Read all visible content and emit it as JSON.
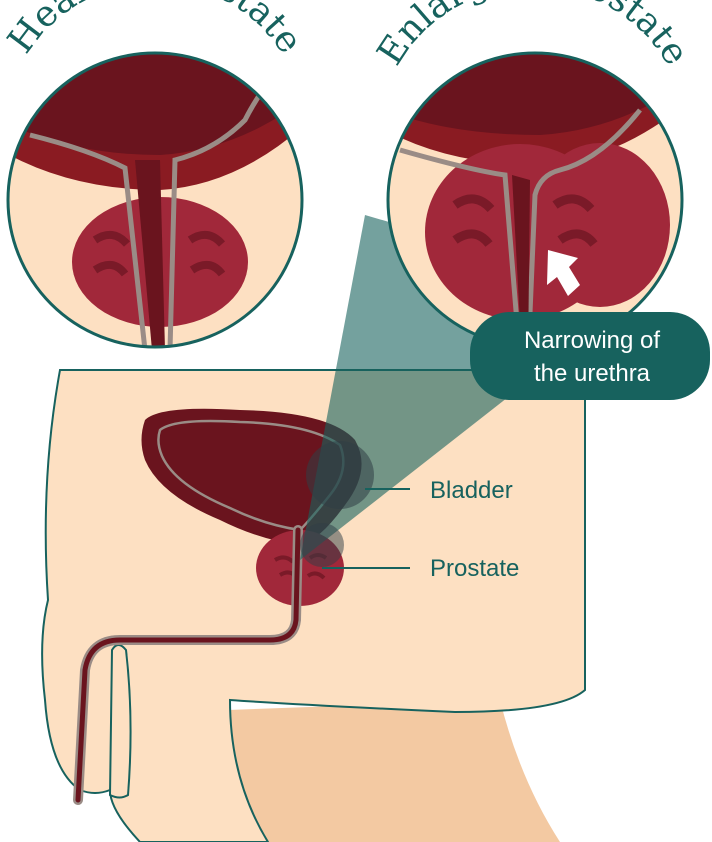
{
  "titles": {
    "healthy": "Healthy Prostate",
    "enlarged": "Enlarged Prostate"
  },
  "callout": {
    "line1": "Narrowing of",
    "line2": "the urethra"
  },
  "labels": {
    "bladder": "Bladder",
    "prostate": "Prostate"
  },
  "colors": {
    "teal": "#17625e",
    "skin": "#fde0c2",
    "bladder": "#6a141e",
    "prostate": "#a1283a",
    "prostate_dark": "#7a1a28",
    "wall": "#8a1b22",
    "urethra_outline": "#9a8c86"
  },
  "icons": {
    "arrow": "white-up-left-arrow"
  }
}
